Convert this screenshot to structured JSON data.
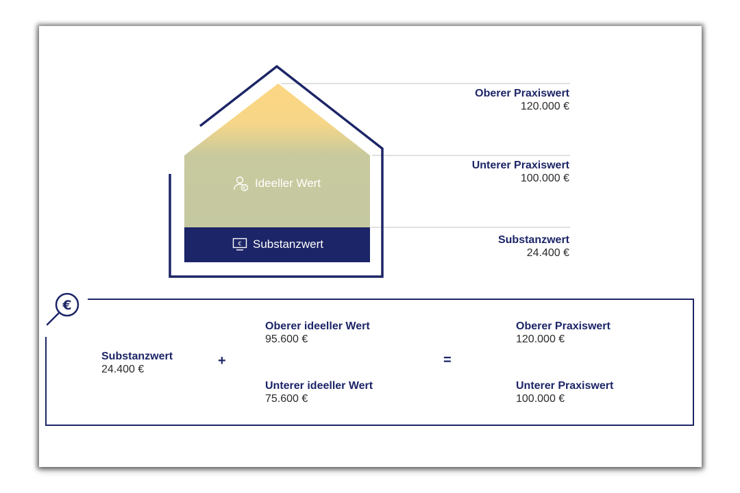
{
  "house": {
    "ideal_label": "Ideeller Wert",
    "substance_label": "Substanzwert"
  },
  "levels": [
    {
      "title": "Oberer Praxiswert",
      "value": "120.000 €"
    },
    {
      "title": "Unterer Praxiswert",
      "value": "100.000 €"
    },
    {
      "title": "Substanzwert",
      "value": "24.400 €"
    }
  ],
  "formula": {
    "substance": {
      "title": "Substanzwert",
      "value": "24.400 €"
    },
    "plus": "+",
    "ideal_upper": {
      "title": "Oberer ideeller Wert",
      "value": "95.600 €"
    },
    "ideal_lower": {
      "title": "Unterer ideeller Wert",
      "value": "75.600 €"
    },
    "equals": "=",
    "result_upper": {
      "title": "Oberer Praxiswert",
      "value": "120.000 €"
    },
    "result_lower": {
      "title": "Unterer Praxiswert",
      "value": "100.000 €"
    }
  },
  "icons": {
    "search": "euro-magnifier-icon",
    "ideal": "person-euro-icon",
    "substance": "monitor-euro-icon"
  },
  "colors": {
    "navy": "#1c2567",
    "gold": "#fcd683",
    "sage": "#c5c9a1",
    "rule": "#cfcfcf"
  }
}
